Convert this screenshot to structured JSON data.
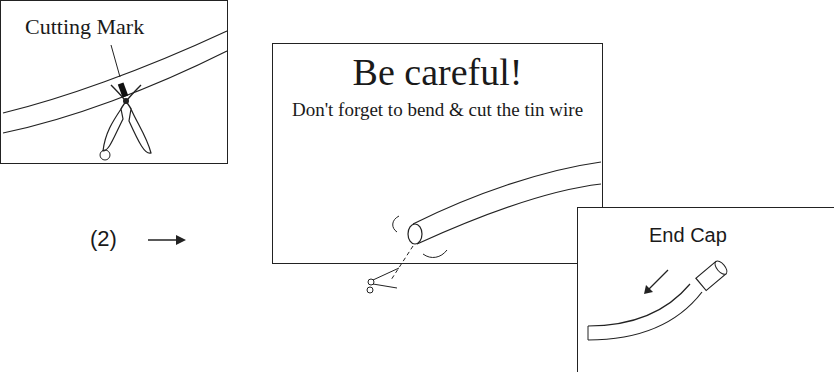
{
  "diagram": {
    "nodes": [
      {
        "text": [
          "Cutting Mark"
        ]
      },
      {
        "text": [
          "Be careful!",
          "Don't forget to bend & cut the tin wire"
        ]
      },
      {
        "text": [
          "End Cap"
        ]
      }
    ],
    "labels": [
      "(2)"
    ]
  }
}
